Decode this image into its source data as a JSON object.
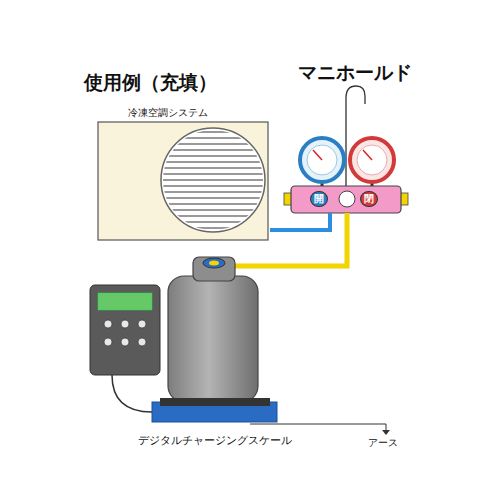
{
  "diagram": {
    "title": "使用例（充填）",
    "nodes": [
      {
        "text": [
          "冷凍空調システム"
        ]
      },
      {
        "text": [
          "マニホールド"
        ]
      },
      {
        "text": [
          "開"
        ],
        "in": 1
      },
      {
        "text": [
          "閉"
        ],
        "in": 1
      },
      {
        "text": [
          "デジタルチャージングスケール"
        ]
      }
    ],
    "edges": [
      {
        "from": 0,
        "to": 1,
        "arrow": "none"
      }
    ],
    "labels": [
      "アース"
    ]
  }
}
